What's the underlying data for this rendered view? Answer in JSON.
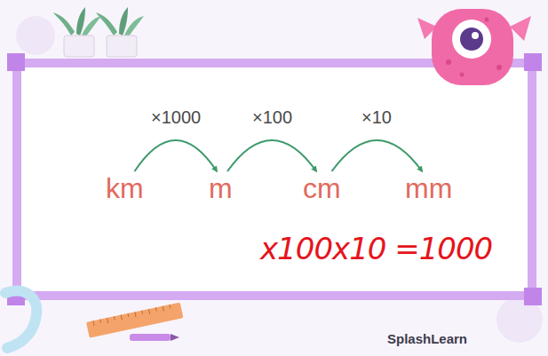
{
  "diagram": {
    "nodes": [
      {
        "text": [
          "km"
        ]
      },
      {
        "text": [
          "m"
        ]
      },
      {
        "text": [
          "cm"
        ]
      },
      {
        "text": [
          "mm"
        ]
      }
    ],
    "edges": [
      {
        "from": 0,
        "to": 1,
        "label": "×1000",
        "arrow": "to"
      },
      {
        "from": 1,
        "to": 2,
        "label": "×100",
        "arrow": "to"
      },
      {
        "from": 2,
        "to": 3,
        "label": "×10",
        "arrow": "to"
      }
    ],
    "labels": [
      "x100x10 =1000",
      "SplashLearn"
    ]
  }
}
